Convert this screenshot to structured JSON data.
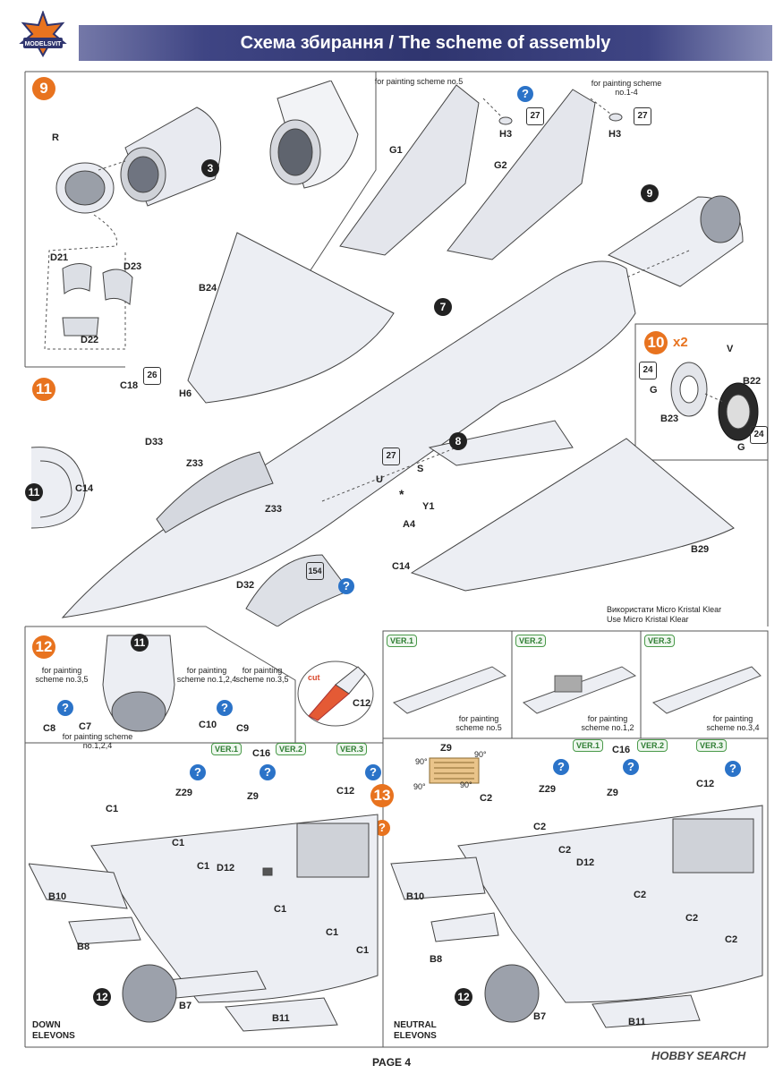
{
  "header": {
    "title": "Схема збирання / The scheme of assembly",
    "logo_text": "MODELSVIT"
  },
  "steps": {
    "s9": "9",
    "s11": "11",
    "s12": "12",
    "s13": "13",
    "s10": "10",
    "s10_mult": "x2"
  },
  "sub_refs": {
    "r3": "3",
    "r7": "7",
    "r8": "8",
    "r9": "9",
    "r11a": "11",
    "r11b": "11",
    "r12a": "12",
    "r12b": "12"
  },
  "step9": {
    "paint_r": "R",
    "d21": "D21",
    "d23": "D23",
    "d22": "D22"
  },
  "fins": {
    "g1": "G1",
    "g2": "G2",
    "note_left": "for painting scheme no.5",
    "note_right": "for painting scheme no.1-4",
    "h3a": "H3",
    "h3b": "H3",
    "badge27a": "27",
    "badge27b": "27"
  },
  "main": {
    "b24": "B24",
    "c18": "C18",
    "h6": "H6",
    "badge26": "26",
    "d33": "D33",
    "z33a": "Z33",
    "z33b": "Z33",
    "c14a": "C14",
    "c14b": "C14",
    "d32": "D32",
    "a4": "A4",
    "y1": "Y1",
    "u": "U",
    "s": "S",
    "badge27": "27",
    "badge154": "154",
    "b29": "B29",
    "asterisk": "*"
  },
  "step10": {
    "v": "V",
    "b22": "B22",
    "b23": "B23",
    "g1": "G",
    "g2": "G",
    "badge24a": "24",
    "badge24b": "24"
  },
  "kristal": {
    "line1": "Використати Micro Kristal Klear",
    "line2": "Use Micro Kristal Klear"
  },
  "step12": {
    "note_a": "for painting scheme no.3,5",
    "note_b": "for painting scheme no.1,2,4",
    "note_c": "for painting scheme no.1,2,4",
    "note_d": "for painting scheme no.3,5",
    "c8": "C8",
    "c7": "C7",
    "c10": "C10",
    "c9": "C9",
    "c12": "C12",
    "cut": "cut"
  },
  "versions": {
    "v1": "VER.1",
    "v2": "VER.2",
    "v3": "VER.3",
    "note1": "for painting scheme no.5",
    "note2": "for painting scheme no.1,2",
    "note3": "for painting scheme no.3,4"
  },
  "lower_left": {
    "ver1": "VER.1",
    "ver2": "VER.2",
    "ver3": "VER.3",
    "c16": "C16",
    "z29": "Z29",
    "z9": "Z9",
    "c12": "C12",
    "c1a": "C1",
    "c1b": "C1",
    "c1c": "C1",
    "c1d": "C1",
    "c1e": "C1",
    "c1f": "C1",
    "d12": "D12",
    "b10": "B10",
    "b8": "B8",
    "b7": "B7",
    "b11": "B11",
    "caption": "DOWN ELEVONS"
  },
  "lower_right": {
    "ver1": "VER.1",
    "ver2": "VER.2",
    "ver3": "VER.3",
    "c16": "C16",
    "z29": "Z29",
    "z9": "Z9",
    "c12": "C12",
    "z9top": "Z9",
    "deg1": "90°",
    "deg2": "90°",
    "deg3": "90°",
    "deg4": "90°",
    "c2a": "C2",
    "c2b": "C2",
    "c2c": "C2",
    "c2d": "C2",
    "c2e": "C2",
    "c2f": "C2",
    "d12": "D12",
    "b10": "B10",
    "b8": "B8",
    "b7": "B7",
    "b11": "B11",
    "caption": "NEUTRAL ELEVONS"
  },
  "footer": {
    "page": "PAGE 4",
    "watermark": "HOBBY SEARCH"
  }
}
